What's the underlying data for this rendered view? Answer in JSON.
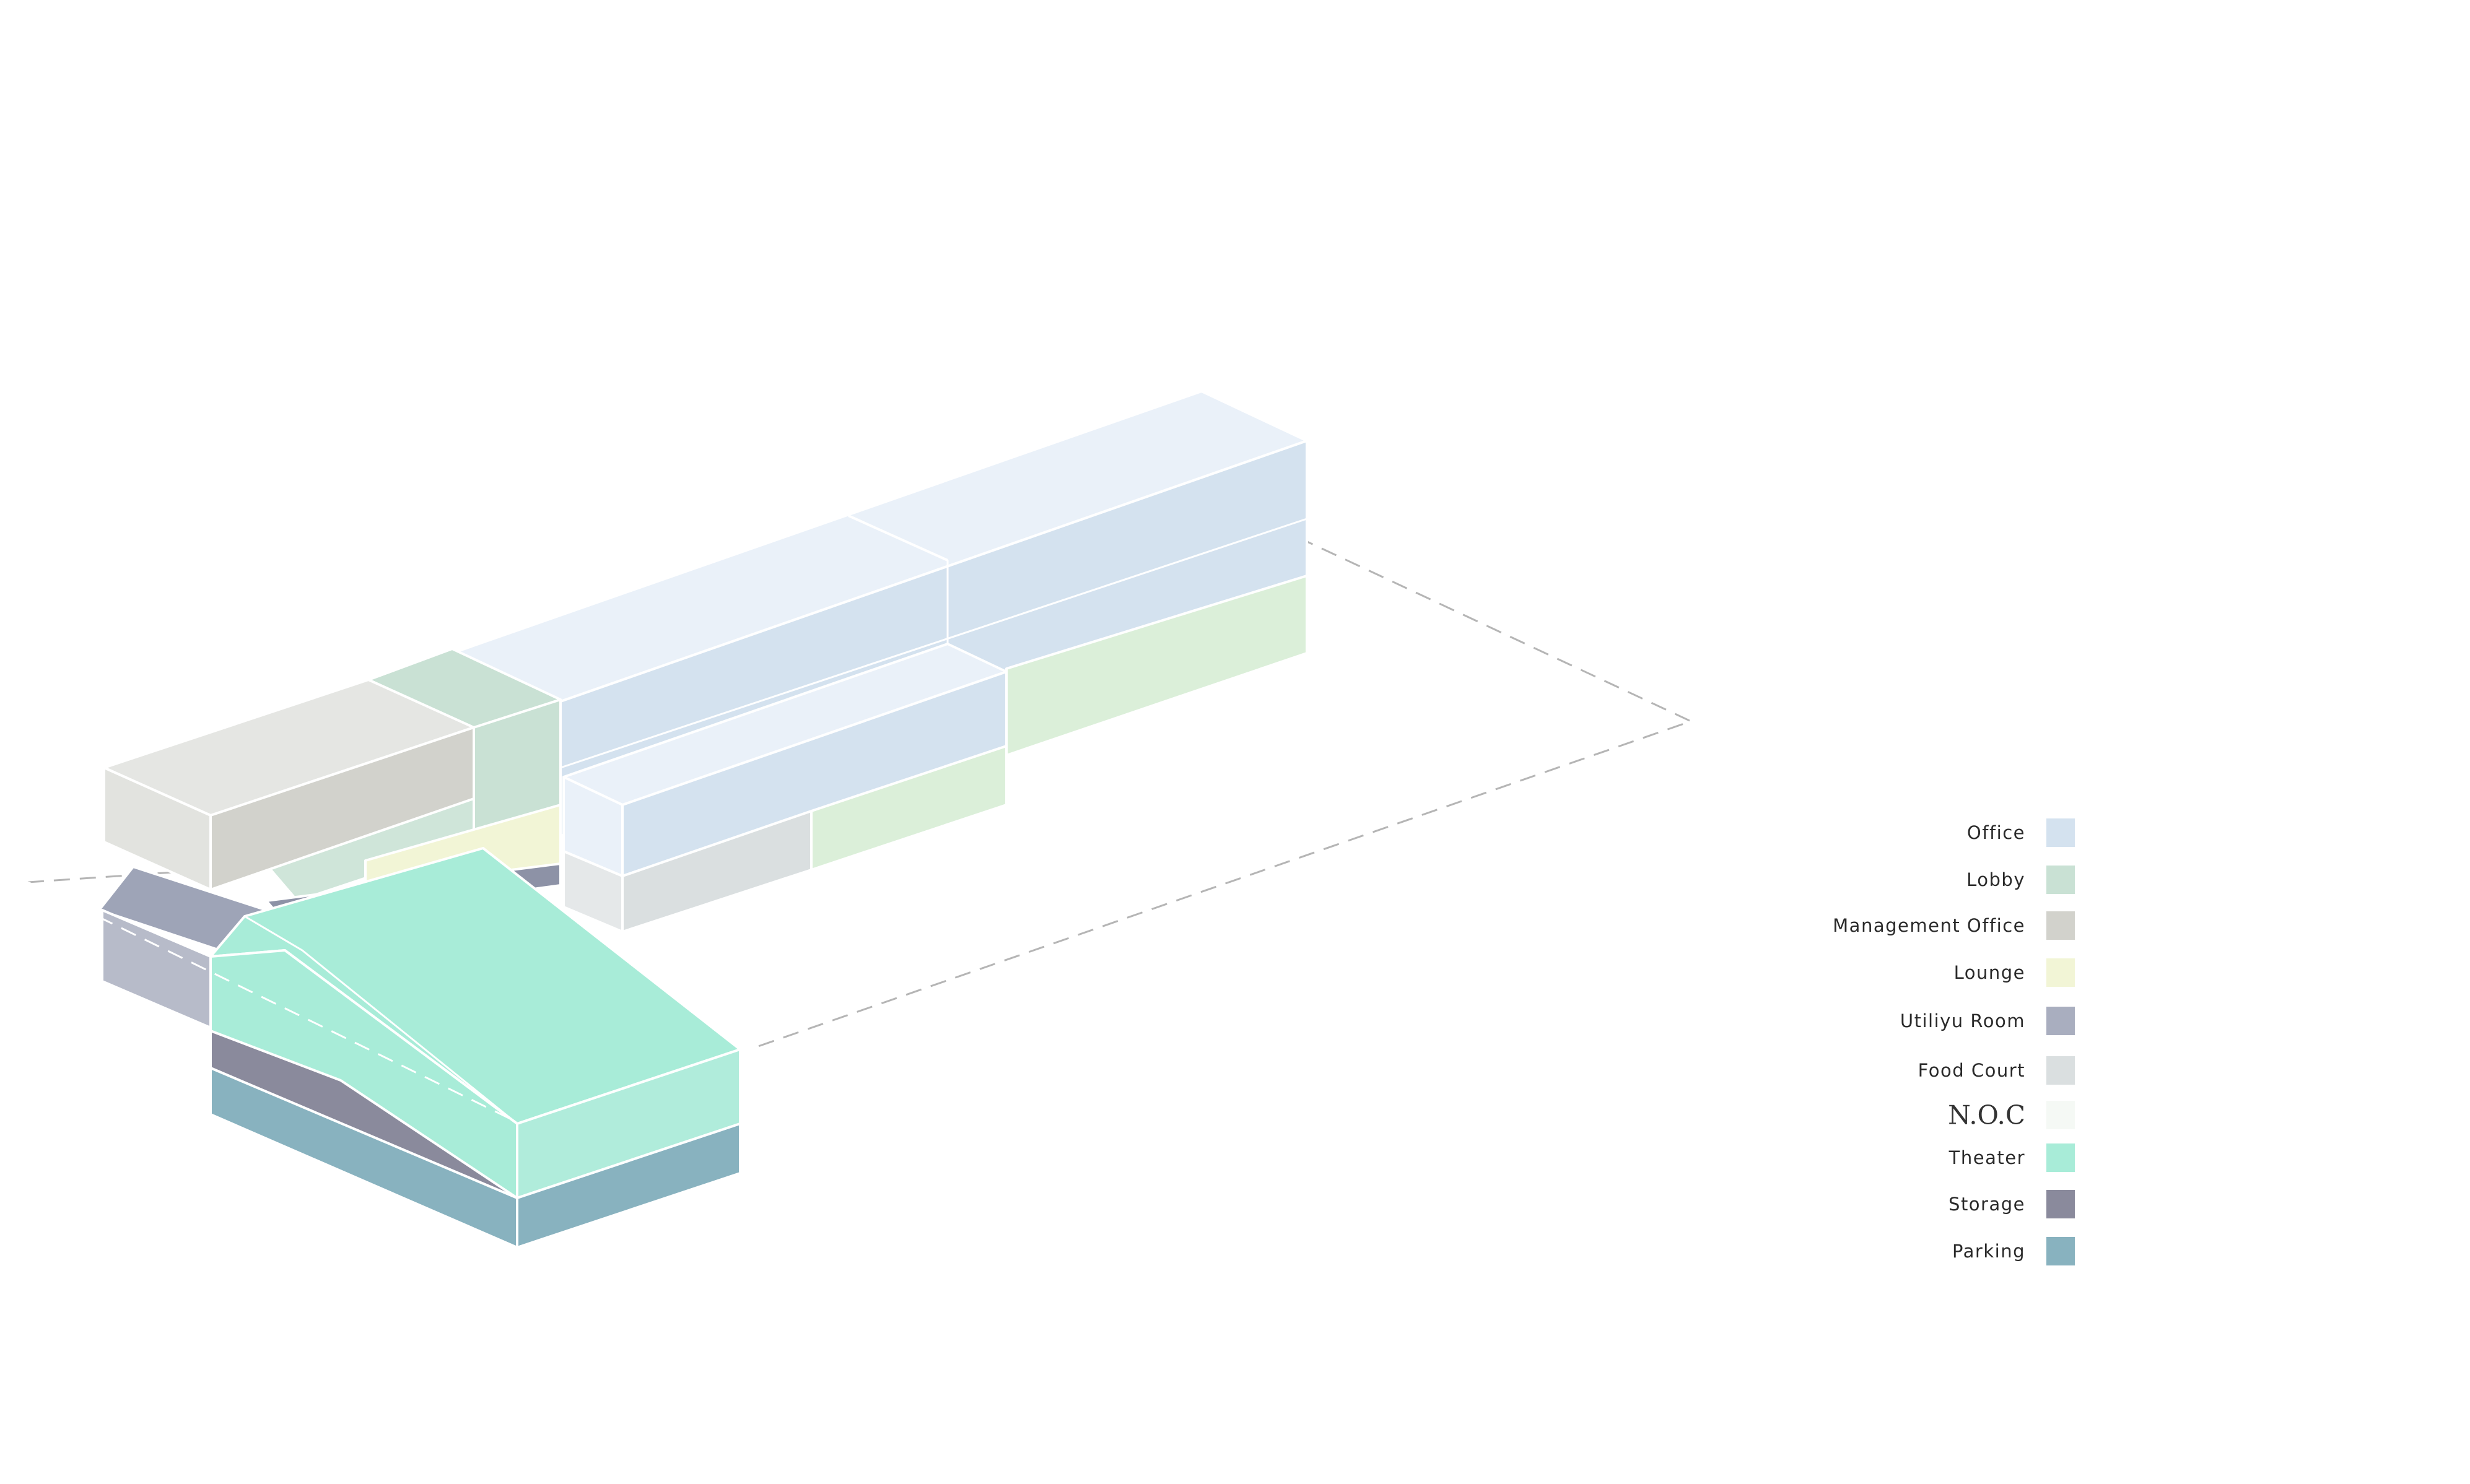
{
  "legend": {
    "items": [
      {
        "label": "Office",
        "color": "#d4e2ef"
      },
      {
        "label": "Lobby",
        "color": "#c9e1d4"
      },
      {
        "label": "Management Office",
        "color": "#d2d2cc"
      },
      {
        "label": "Lounge",
        "color": "#f2f5d6"
      },
      {
        "label": "Utiliyu Room",
        "color": "#a9aebf"
      },
      {
        "label": "Food Court",
        "color": "#dadfe0"
      },
      {
        "label": "N.O.C",
        "color": "#f5f9f5"
      },
      {
        "label": "Theater",
        "color": "#a8ecd8"
      },
      {
        "label": "Storage",
        "color": "#8a8a9c"
      },
      {
        "label": "Parking",
        "color": "#88b2bf"
      }
    ]
  }
}
